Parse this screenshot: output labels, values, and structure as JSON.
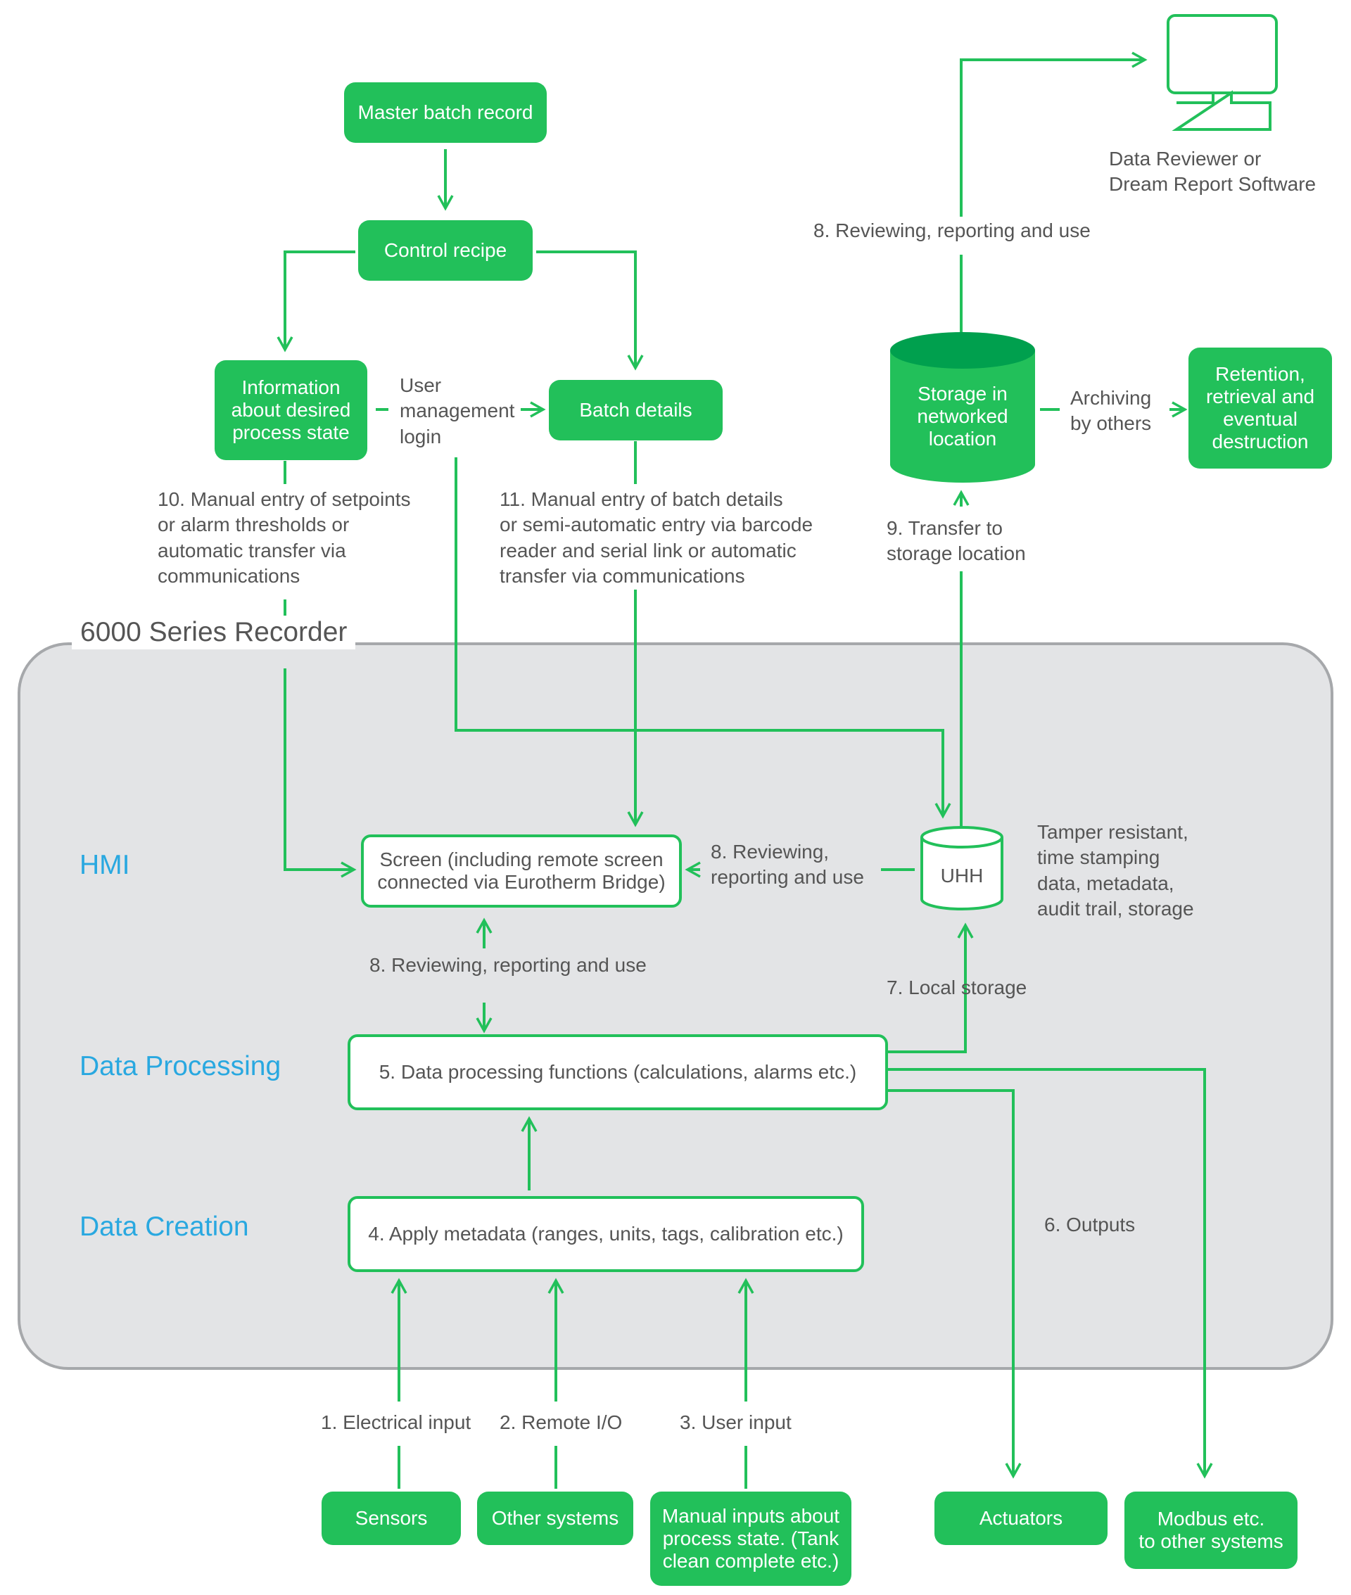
{
  "diagram": {
    "recorder_title": "6000 Series Recorder",
    "layers": {
      "hmi": "HMI",
      "processing": "Data Processing",
      "creation": "Data Creation"
    },
    "nodes": {
      "master_batch_record": "Master batch record",
      "control_recipe": "Control recipe",
      "process_state_info": "Information\nabout desired\nprocess state",
      "batch_details": "Batch details",
      "storage_networked": "Storage in\nnetworked\nlocation",
      "retention": "Retention,\nretrieval and\neventual\ndestruction",
      "data_reviewer": "Data Reviewer or\nDream Report Software",
      "screen": "Screen (including remote screen\nconnected via Eurotherm Bridge)",
      "uhh": "UHH",
      "uhh_note": "Tamper resistant,\ntime stamping\ndata, metadata,\naudit trail, storage",
      "data_processing": "5. Data processing functions (calculations, alarms etc.)",
      "apply_metadata": "4. Apply metadata (ranges, units, tags, calibration etc.)",
      "sensors": "Sensors",
      "other_systems": "Other systems",
      "manual_inputs": "Manual inputs about\nprocess state. (Tank\nclean complete etc.)",
      "actuators": "Actuators",
      "modbus": "Modbus etc.\nto other systems"
    },
    "edge_labels": {
      "user_login": "User\nmanagement\nlogin",
      "manual_setpoints": "10. Manual entry of setpoints\nor alarm thresholds or\nautomatic transfer via\ncommunications",
      "manual_batch": "11. Manual entry of batch details\nor semi-automatic entry via barcode\nreader and serial link or automatic\ntransfer via communications",
      "reviewing_top": "8. Reviewing, reporting and use",
      "archiving": "Archiving\nby others",
      "transfer_storage": "9. Transfer to\nstorage location",
      "reviewing_uhh": "8. Reviewing,\nreporting and use",
      "reviewing_screen": "8. Reviewing, reporting and use",
      "local_storage": "7. Local storage",
      "outputs": "6. Outputs",
      "electrical_input": "1. Electrical input",
      "remote_io": "2. Remote I/O",
      "user_input": "3. User input"
    }
  },
  "colors": {
    "accent_green": "#22c05a",
    "layer_blue": "#29a8e0",
    "panel_fill": "#e3e4e6",
    "panel_border": "#a6a8ab",
    "text": "#555555"
  },
  "icons": {
    "monitor": "monitor-icon",
    "cylinder": "database-icon"
  }
}
